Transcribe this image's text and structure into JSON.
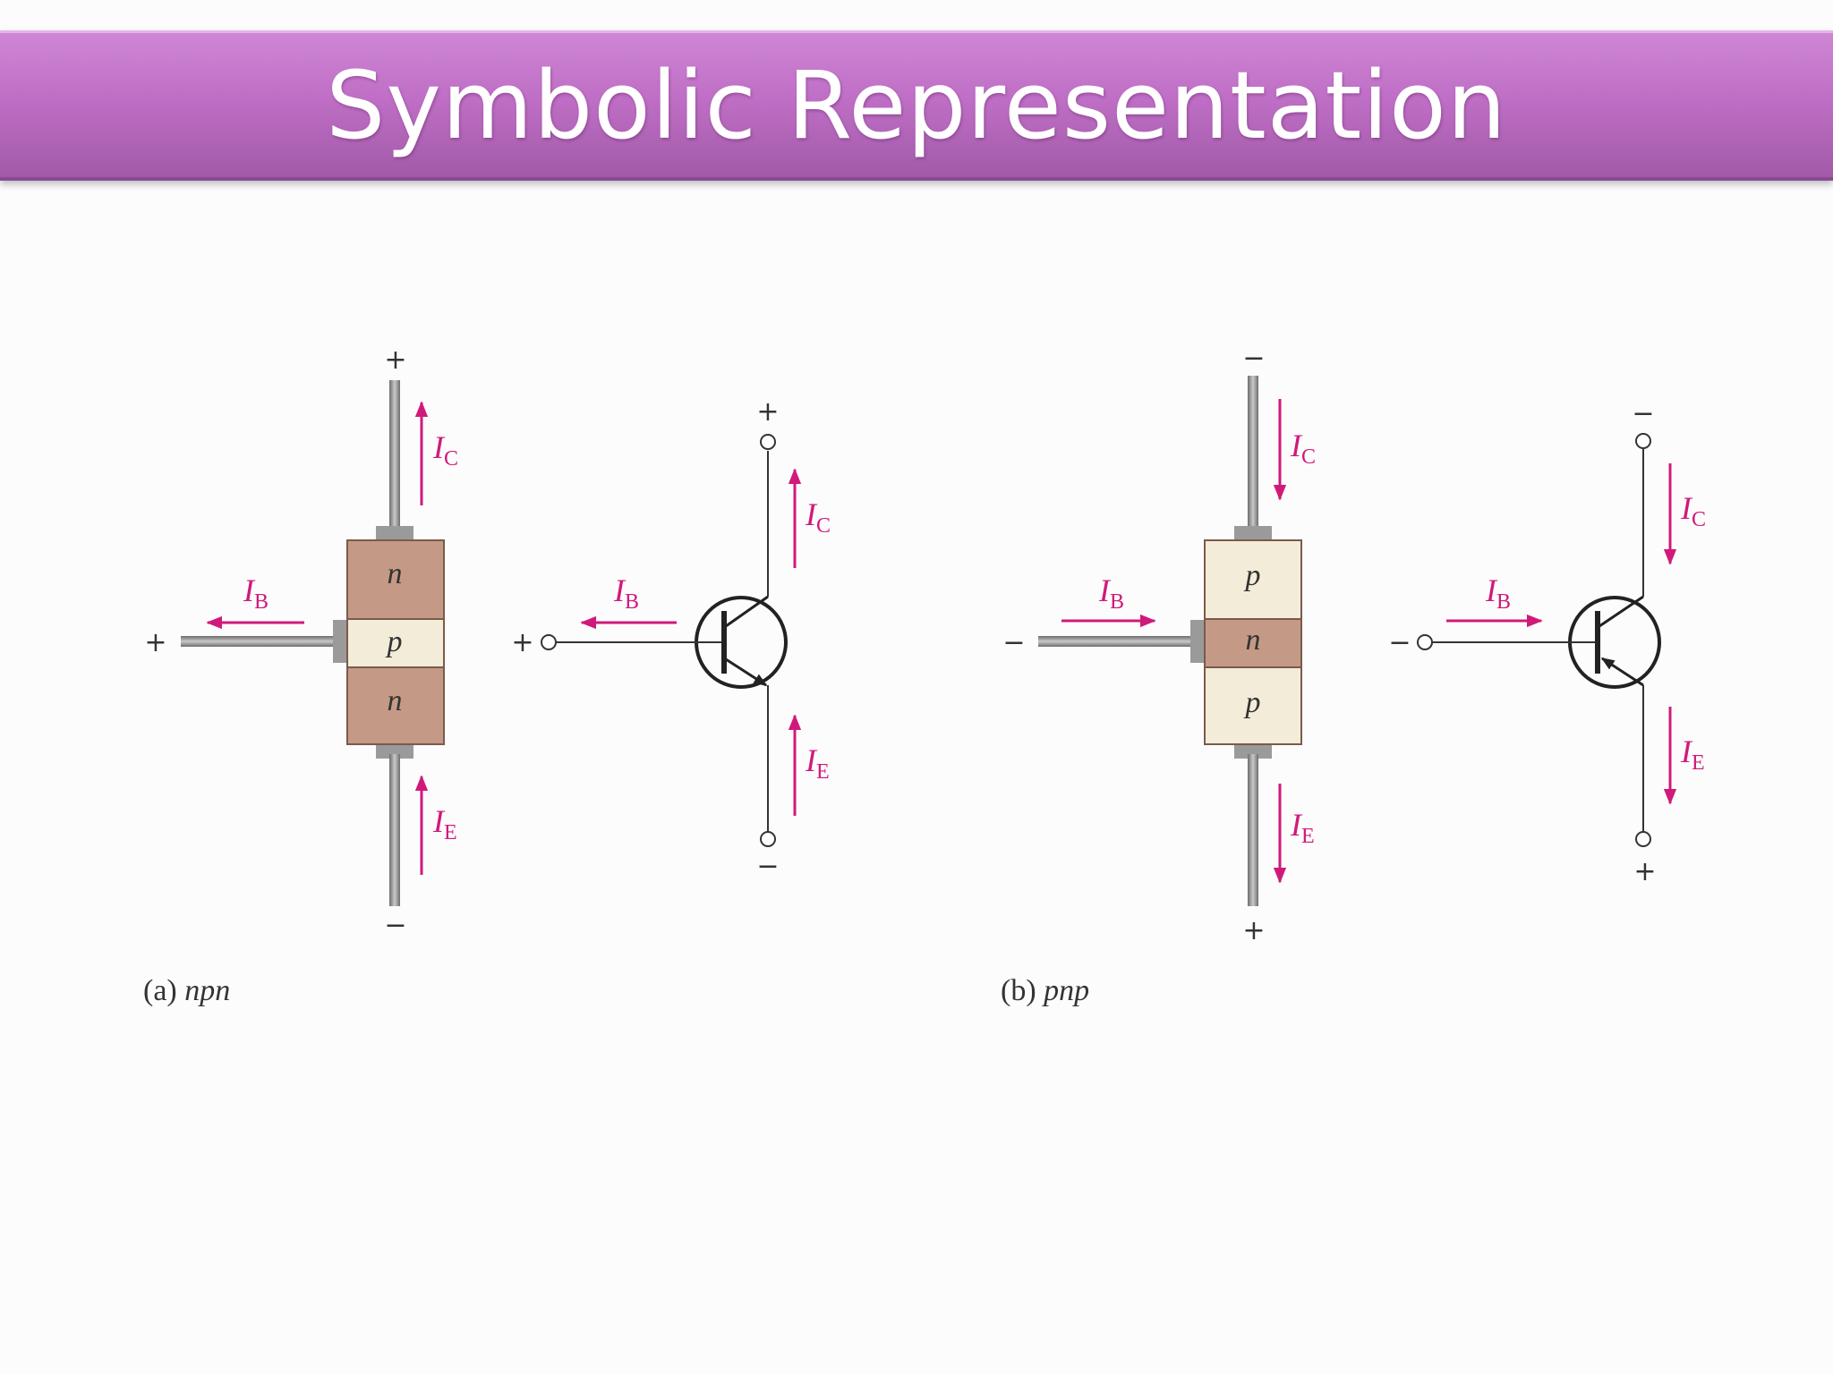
{
  "title": "Symbolic Representation",
  "npn": {
    "caption_prefix": "(a) ",
    "caption_type": "npn",
    "layers": [
      "n",
      "p",
      "n"
    ],
    "collector_sign": "+",
    "base_sign": "+",
    "emitter_sign": "−",
    "symbol_collector_sign": "+",
    "symbol_base_sign": "+",
    "symbol_emitter_sign": "−",
    "currents": {
      "collector": "C",
      "base": "B",
      "emitter": "E",
      "symbol": "I"
    }
  },
  "pnp": {
    "caption_prefix": "(b) ",
    "caption_type": "pnp",
    "layers": [
      "p",
      "n",
      "p"
    ],
    "collector_sign": "−",
    "base_sign": "−",
    "emitter_sign": "+",
    "symbol_collector_sign": "−",
    "symbol_base_sign": "−",
    "symbol_emitter_sign": "+",
    "currents": {
      "collector": "C",
      "base": "B",
      "emitter": "E",
      "symbol": "I"
    }
  },
  "colors": {
    "n_layer": "#c49a86",
    "p_layer": "#f3ecd8",
    "current": "#d01a7a",
    "lead": "#8a8a8a"
  }
}
